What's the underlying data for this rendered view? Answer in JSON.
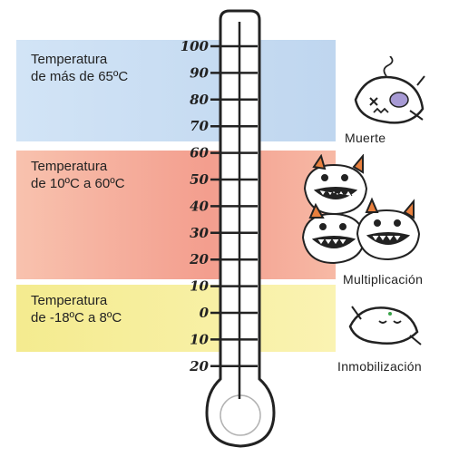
{
  "bands": [
    {
      "label": "Temperatura\nde más de 65ºC",
      "color": "#c9def3"
    },
    {
      "label": "Temperatura\nde 10ºC a 60ºC",
      "color": "#f6b6a2"
    },
    {
      "label": "Temperatura\nde -18ºC a 8ºC",
      "color": "#f7ee98"
    }
  ],
  "scale": {
    "ticks": [
      "100",
      "90",
      "80",
      "70",
      "60",
      "50",
      "40",
      "30",
      "20",
      "10",
      "0",
      "10",
      "20"
    ]
  },
  "captions": {
    "death": "Muerte",
    "multiplication": "Multiplicación",
    "immobilization": "Inmobilización"
  },
  "icons": [
    "dead-microbe-icon",
    "multiplying-microbes-icon",
    "sleeping-microbe-icon"
  ]
}
